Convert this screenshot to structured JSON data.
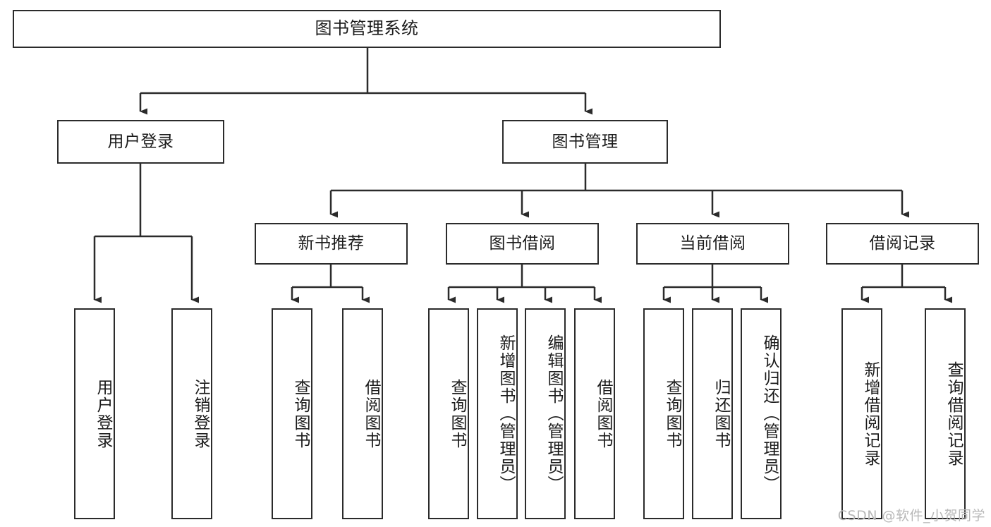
{
  "diagram": {
    "title": "图书管理系统",
    "type": "tree-hierarchy",
    "orientation": "top-down",
    "colors": {
      "box_border": "#2b2b2b",
      "box_fill": "#ffffff",
      "connector": "#2b2b2b",
      "background": "#ffffff",
      "watermark": "#b8b8b8"
    }
  },
  "nodes": {
    "root": {
      "label": "图书管理系统"
    },
    "level2": [
      {
        "id": "user-login",
        "label": "用户登录"
      },
      {
        "id": "book-management",
        "label": "图书管理"
      }
    ],
    "level3": [
      {
        "id": "new-book-recommend",
        "label": "新书推荐"
      },
      {
        "id": "book-borrow",
        "label": "图书借阅"
      },
      {
        "id": "current-borrow",
        "label": "当前借阅"
      },
      {
        "id": "borrow-record",
        "label": "借阅记录"
      }
    ],
    "leaves": {
      "user-login": [
        {
          "id": "leaf-user-login",
          "label": "用户登录"
        },
        {
          "id": "leaf-logout-login",
          "label": "注销登录"
        }
      ],
      "new-book-recommend": [
        {
          "id": "leaf-query-book-1",
          "label": "查询图书"
        },
        {
          "id": "leaf-borrow-book-1",
          "label": "借阅图书"
        }
      ],
      "book-borrow": [
        {
          "id": "leaf-query-book-2",
          "label": "查询图书"
        },
        {
          "id": "leaf-add-book",
          "label": "新增图书（管理员）"
        },
        {
          "id": "leaf-edit-book",
          "label": "编辑图书（管理员）"
        },
        {
          "id": "leaf-borrow-book-2",
          "label": "借阅图书"
        }
      ],
      "current-borrow": [
        {
          "id": "leaf-query-book-3",
          "label": "查询图书"
        },
        {
          "id": "leaf-return-book",
          "label": "归还图书"
        },
        {
          "id": "leaf-confirm-return",
          "label": "确认归还（管理员）"
        }
      ],
      "borrow-record": [
        {
          "id": "leaf-add-record",
          "label": "新增借阅记录"
        },
        {
          "id": "leaf-query-record",
          "label": "查询借阅记录"
        }
      ]
    }
  },
  "watermark": {
    "text": "CSDN @软件_小贺同学"
  }
}
